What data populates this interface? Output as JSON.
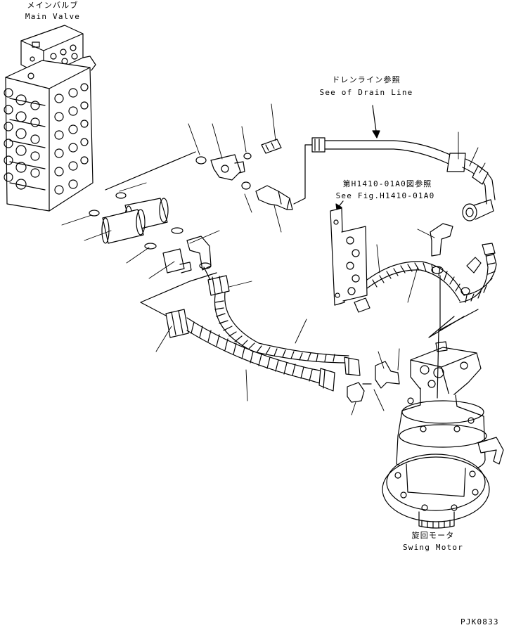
{
  "main_valve": {
    "label_jp": "メインバルブ",
    "label_en": "Main Valve"
  },
  "drain_line": {
    "label_jp": "ドレンライン参照",
    "label_en": "See of Drain Line"
  },
  "fig_ref": {
    "label_jp": "第H1410-01A0図参照",
    "label_en": "See Fig.H1410-01A0"
  },
  "swing_motor": {
    "label_jp": "旋回モータ",
    "label_en": "Swing Motor"
  },
  "drawing_code": "PJK0833",
  "colors": {
    "line": "#000000",
    "background": "#ffffff"
  }
}
